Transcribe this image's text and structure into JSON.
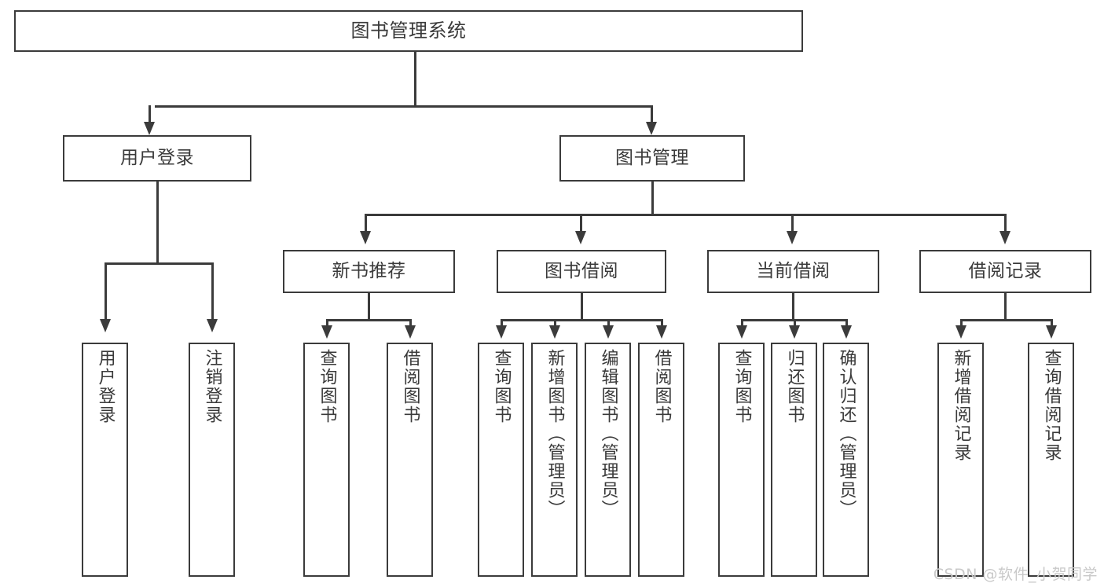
{
  "diagram": {
    "title": "图书管理系统",
    "type": "tree-hierarchy",
    "watermark": "CSDN @软件_小贺同学",
    "colors": {
      "background": "#ffffff",
      "stroke": "#3b3b3b",
      "text": "#3a3a3a",
      "watermark": "#c9c9c9"
    },
    "levels": {
      "root": {
        "label": "图书管理系统"
      },
      "level2": [
        {
          "label": "用户登录"
        },
        {
          "label": "图书管理"
        }
      ],
      "level3": [
        {
          "label": "新书推荐"
        },
        {
          "label": "图书借阅"
        },
        {
          "label": "当前借阅"
        },
        {
          "label": "借阅记录"
        }
      ],
      "leaves": {
        "user_login": [
          {
            "label": "用户登录"
          },
          {
            "label": "注销登录"
          }
        ],
        "new_book_recommend": [
          {
            "label": "查询图书"
          },
          {
            "label": "借阅图书"
          }
        ],
        "book_borrow": [
          {
            "label": "查询图书"
          },
          {
            "label": "新增图书（管理员）"
          },
          {
            "label": "编辑图书（管理员）"
          },
          {
            "label": "借阅图书"
          }
        ],
        "current_borrow": [
          {
            "label": "查询图书"
          },
          {
            "label": "归还图书"
          },
          {
            "label": "确认归还（管理员）"
          }
        ],
        "borrow_record": [
          {
            "label": "新增借阅记录"
          },
          {
            "label": "查询借阅记录"
          }
        ]
      }
    }
  }
}
